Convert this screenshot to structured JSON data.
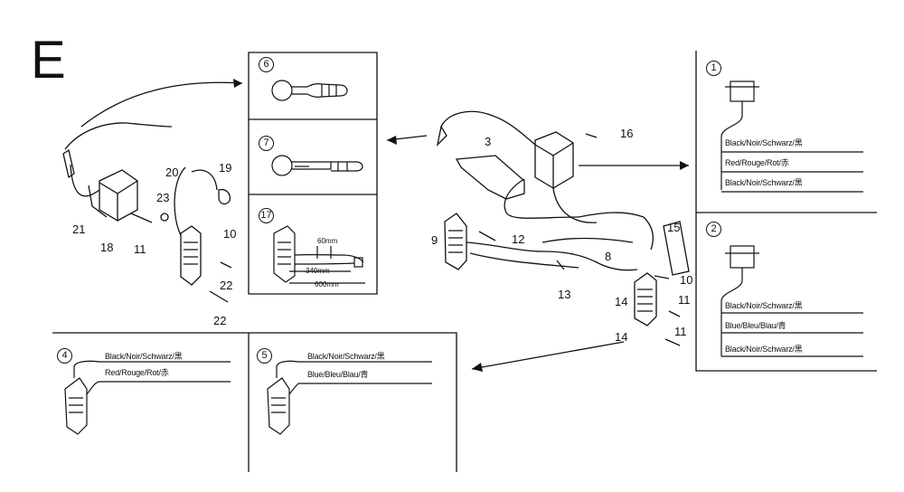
{
  "diagram": {
    "section_letter": "E",
    "panel_numbers": {
      "p1": "1",
      "p2": "2",
      "p4": "4",
      "p5": "5",
      "p6": "6",
      "p7": "7",
      "p17": "17"
    },
    "callouts": {
      "c3": "3",
      "c16": "16",
      "c9": "9",
      "c12": "12",
      "c15": "15",
      "c8": "8",
      "c10_right": "10",
      "c13": "13",
      "c14a": "14",
      "c14b": "14",
      "c11a": "11",
      "c11b": "11",
      "c20": "20",
      "c19": "19",
      "c23": "23",
      "c21": "21",
      "c18": "18",
      "c11_left": "11",
      "c10_left": "10",
      "c22a": "22",
      "c22b": "22"
    },
    "wire_labels": {
      "p1_top": "Black/Noir/Schwarz/黒",
      "p1_mid": "Red/Rouge/Rot/赤",
      "p1_bot": "Black/Noir/Schwarz/黒",
      "p2_top": "Black/Noir/Schwarz/黒",
      "p2_mid": "Blue/Bleu/Blau/青",
      "p2_bot": "Black/Noir/Schwarz/黒",
      "p4_top": "Black/Noir/Schwarz/黒",
      "p4_bot": "Red/Rouge/Rot/赤",
      "p5_top": "Black/Noir/Schwarz/黒",
      "p5_bot": "Blue/Bleu/Blau/青"
    },
    "dimensions": {
      "d60": "60mm",
      "d340": "340mm",
      "d600": "600mm"
    }
  }
}
